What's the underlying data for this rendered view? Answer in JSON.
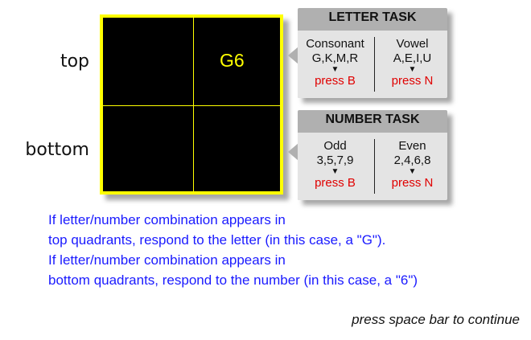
{
  "rows": {
    "top_label": "top",
    "bottom_label": "bottom"
  },
  "stimulus": {
    "text": "G6",
    "quadrant": "top-right",
    "color": "#ffff00"
  },
  "grid": {
    "background": "#000000",
    "line_color": "#ffff00"
  },
  "letter_task": {
    "title": "LETTER TASK",
    "left": {
      "heading": "Consonant",
      "items": "G,K,M,R",
      "response": "press B"
    },
    "right": {
      "heading": "Vowel",
      "items": "A,E,I,U",
      "response": "press N"
    }
  },
  "number_task": {
    "title": "NUMBER TASK",
    "left": {
      "heading": "Odd",
      "items": "3,5,7,9",
      "response": "press B"
    },
    "right": {
      "heading": "Even",
      "items": "2,4,6,8",
      "response": "press N"
    }
  },
  "instructions": [
    "If letter/number combination appears in",
    "top quadrants, respond to the letter (in this case, a \"G\").",
    "If letter/number combination appears in",
    "bottom quadrants, respond to the number (in this case, a \"6\")"
  ],
  "footer": {
    "continue": "press space bar to continue"
  },
  "colors": {
    "instruction_text": "#1a1aff",
    "response_text": "#e00000",
    "panel_header": "#b0b0b0",
    "panel_body": "#e4e4e4"
  },
  "icons": {
    "arrow": "down-arrow-icon"
  }
}
